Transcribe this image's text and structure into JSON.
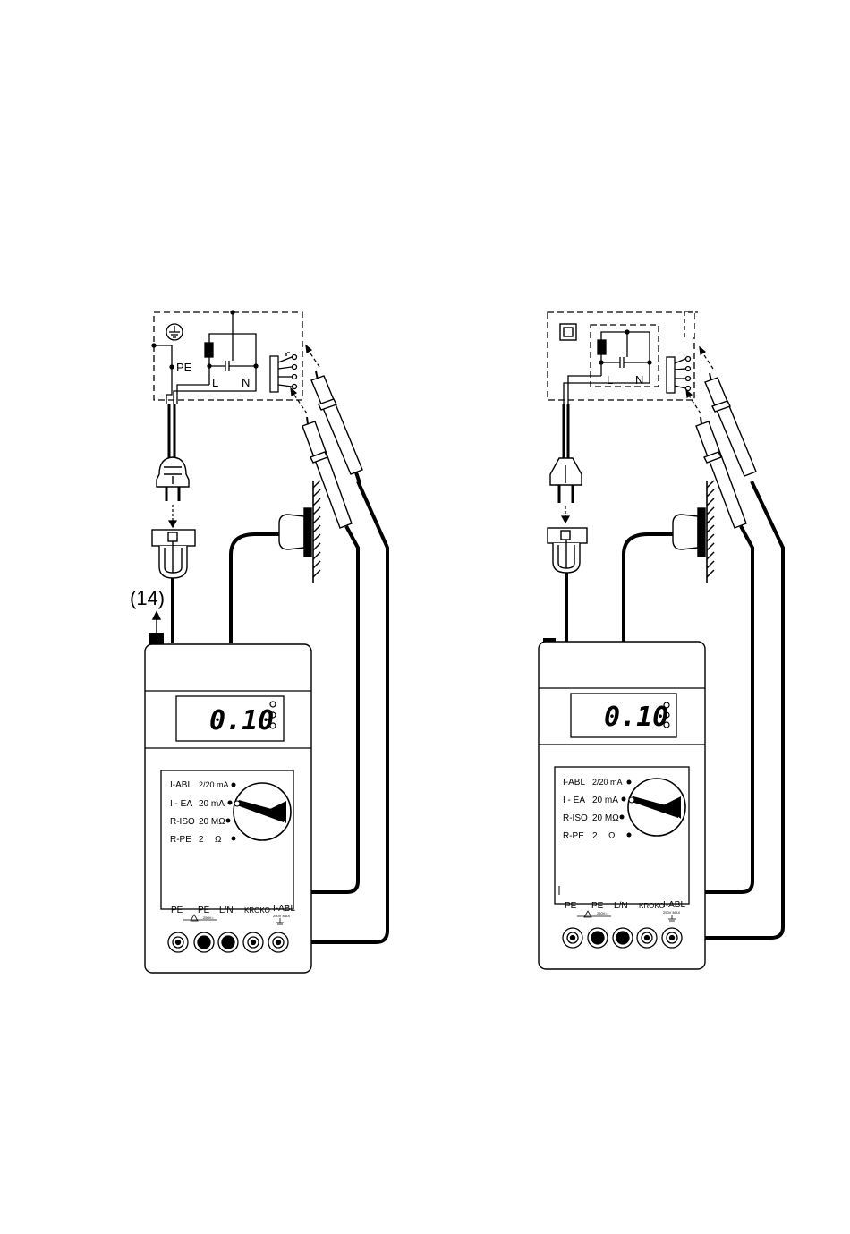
{
  "left_setup": {
    "pointer_label": "(14)",
    "device_labels": {
      "pe": "PE",
      "l": "L",
      "n": "N"
    },
    "display_value": "0.10",
    "ranges": [
      {
        "name": "I-ABL",
        "value": "2/20 mA"
      },
      {
        "name": "I - EA",
        "value": "20 mA"
      },
      {
        "name": "R-ISO",
        "value": "20 MΩ"
      },
      {
        "name": "R-PE",
        "value": "2",
        "unit": "Ω"
      }
    ],
    "terminals": [
      {
        "label": "PE",
        "sub": ""
      },
      {
        "label": "PE",
        "sub": "250V="
      },
      {
        "label": "L/N",
        "sub": ""
      },
      {
        "label": "KROKO",
        "sub": ""
      },
      {
        "label": "I-ABL",
        "sub": "250V MAX"
      }
    ]
  },
  "right_setup": {
    "display_value": "0.10",
    "device_labels": {
      "l": "L",
      "n": "N"
    },
    "ranges": [
      {
        "name": "I-ABL",
        "value": "2/20 mA"
      },
      {
        "name": "I - EA",
        "value": "20 mA"
      },
      {
        "name": "R-ISO",
        "value": "20 MΩ"
      },
      {
        "name": "R-PE",
        "value": "2",
        "unit": "Ω"
      }
    ],
    "terminals": [
      {
        "label": "PE",
        "sub": ""
      },
      {
        "label": "PE",
        "sub": "250V="
      },
      {
        "label": "L/N",
        "sub": ""
      },
      {
        "label": "KROKO",
        "sub": ""
      },
      {
        "label": "I-ABL",
        "sub": "250V MAX"
      }
    ]
  }
}
